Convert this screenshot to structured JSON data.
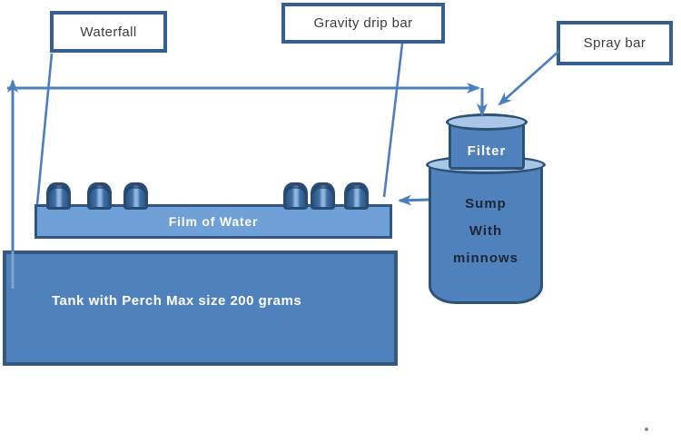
{
  "callouts": {
    "waterfall": {
      "label": "Waterfall"
    },
    "gravity_drip_bar": {
      "label": "Gravity drip bar"
    },
    "spray_bar": {
      "label": "Spray bar"
    }
  },
  "components": {
    "film_of_water": {
      "label": "Film of Water"
    },
    "tank": {
      "label": "Tank with Perch Max size 200 grams"
    },
    "filter": {
      "label": "Filter"
    },
    "sump": {
      "lines": [
        "Sump",
        "With",
        "minnows"
      ]
    }
  },
  "colors": {
    "shape_fill": "#4F81BD",
    "shape_border_dark": "#2C5276",
    "box_border": "#365F91",
    "film_fill": "#6FA0D8",
    "cylinder_top_fill": "#A9C6E8",
    "connector_line": "#4C7FBD",
    "box_text": "#3D3D3D",
    "white_text": "#FFFFFF",
    "sump_text": "#1E2633"
  }
}
